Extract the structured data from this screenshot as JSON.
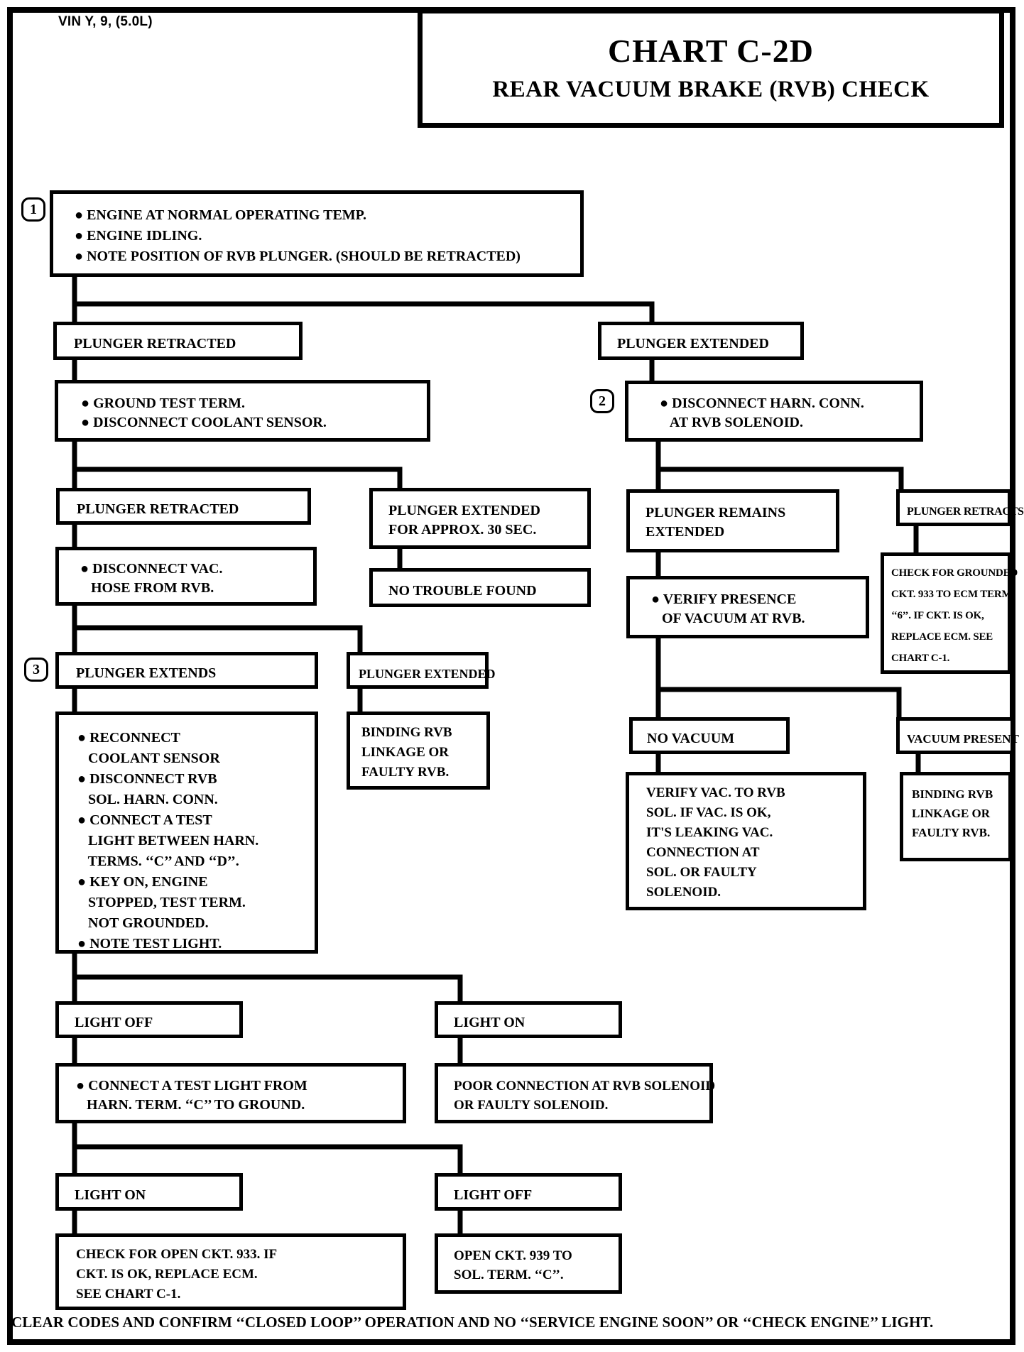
{
  "page": {
    "vin_label": "VIN Y, 9, (5.0L)",
    "title": "CHART C-2D",
    "subtitle": "REAR VACUUM BRAKE (RVB) CHECK",
    "footer": "CLEAR CODES AND CONFIRM ‘‘CLOSED LOOP’’ OPERATION AND NO ‘‘SERVICE ENGINE SOON’’ OR ‘‘CHECK ENGINE’’ LIGHT."
  },
  "colors": {
    "ink": "#000000",
    "paper": "#ffffff"
  },
  "steps": {
    "s1": "1",
    "s2": "2",
    "s3": "3"
  },
  "nodes": {
    "start": {
      "lines": [
        "● ENGINE AT NORMAL OPERATING TEMP.",
        "● ENGINE IDLING.",
        "● NOTE POSITION OF RVB PLUNGER. (SHOULD BE RETRACTED)"
      ]
    },
    "plunger_retracted_1": {
      "lines": [
        "PLUNGER RETRACTED"
      ]
    },
    "plunger_extended_1": {
      "lines": [
        "PLUNGER EXTENDED"
      ]
    },
    "ground_test_term": {
      "lines": [
        "● GROUND TEST TERM.",
        "● DISCONNECT COOLANT SENSOR."
      ]
    },
    "disconnect_harn_conn": {
      "lines": [
        "● DISCONNECT HARN. CONN.",
        "   AT RVB SOLENOID."
      ]
    },
    "plunger_retracted_2": {
      "lines": [
        "PLUNGER RETRACTED"
      ]
    },
    "plunger_extended_30sec": {
      "lines": [
        "PLUNGER EXTENDED",
        "FOR APPROX. 30 SEC."
      ]
    },
    "plunger_remains_extended": {
      "lines": [
        "PLUNGER REMAINS",
        "EXTENDED"
      ]
    },
    "plunger_retracts": {
      "lines": [
        "PLUNGER RETRACTS"
      ]
    },
    "disconnect_vac_hose": {
      "lines": [
        "● DISCONNECT VAC.",
        "   HOSE FROM RVB."
      ]
    },
    "no_trouble_found": {
      "lines": [
        "NO TROUBLE FOUND"
      ]
    },
    "check_grounded_ckt_933": {
      "lines": [
        "CHECK FOR GROUNDED",
        "CKT. 933 TO ECM TERM.",
        "‘‘6’’. IF CKT. IS OK,",
        "REPLACE ECM. SEE",
        "CHART C-1."
      ]
    },
    "verify_presence_of_vacuum": {
      "lines": [
        "● VERIFY PRESENCE",
        "   OF VACUUM AT RVB."
      ]
    },
    "plunger_extends": {
      "lines": [
        "PLUNGER EXTENDS"
      ]
    },
    "plunger_extended_2": {
      "lines": [
        "PLUNGER EXTENDED"
      ]
    },
    "binding_rvb_left": {
      "lines": [
        "BINDING RVB",
        "LINKAGE OR",
        "FAULTY RVB."
      ]
    },
    "test_light_setup": {
      "lines": [
        "● RECONNECT",
        "   COOLANT SENSOR",
        "● DISCONNECT RVB",
        "   SOL. HARN. CONN.",
        "● CONNECT A TEST",
        "   LIGHT BETWEEN HARN.",
        "   TERMS. ‘‘C’’ AND ‘‘D’’.",
        "● KEY ON, ENGINE",
        "   STOPPED, TEST TERM.",
        "   NOT GROUNDED.",
        "● NOTE TEST LIGHT."
      ]
    },
    "no_vacuum": {
      "lines": [
        "NO VACUUM"
      ]
    },
    "vacuum_present": {
      "lines": [
        "VACUUM PRESENT"
      ]
    },
    "verify_vac_to_sol": {
      "lines": [
        "VERIFY VAC. TO RVB",
        "SOL. IF VAC. IS OK,",
        "IT'S LEAKING VAC.",
        "CONNECTION AT",
        "SOL. OR FAULTY",
        "SOLENOID."
      ]
    },
    "binding_rvb_right": {
      "lines": [
        "BINDING RVB",
        "LINKAGE OR",
        "FAULTY RVB."
      ]
    },
    "light_off_1": {
      "lines": [
        "LIGHT OFF"
      ]
    },
    "light_on_1": {
      "lines": [
        "LIGHT ON"
      ]
    },
    "connect_test_light_ground": {
      "lines": [
        "● CONNECT A TEST LIGHT FROM",
        "   HARN. TERM. ‘‘C’’ TO GROUND."
      ]
    },
    "poor_connection": {
      "lines": [
        "POOR CONNECTION AT RVB SOLENOID",
        "OR FAULTY SOLENOID."
      ]
    },
    "light_on_2": {
      "lines": [
        "LIGHT ON"
      ]
    },
    "light_off_2": {
      "lines": [
        "LIGHT OFF"
      ]
    },
    "check_open_ckt_933": {
      "lines": [
        "CHECK FOR OPEN CKT. 933. IF",
        "CKT. IS OK, REPLACE ECM.",
        "SEE CHART C-1."
      ]
    },
    "open_ckt_939": {
      "lines": [
        "OPEN CKT. 939 TO",
        "SOL. TERM. ‘‘C’’."
      ]
    }
  }
}
